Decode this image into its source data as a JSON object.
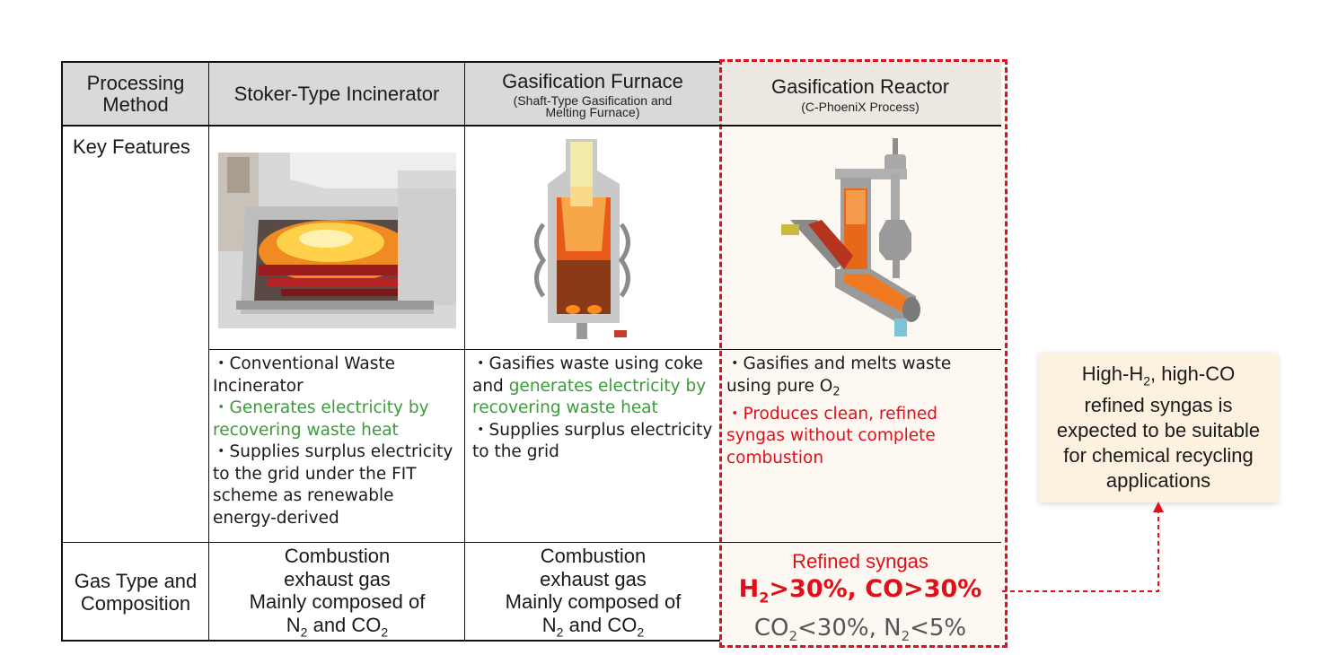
{
  "header": {
    "col0": [
      "Processing",
      "Method"
    ],
    "col1": "Stoker-Type Incinerator",
    "col2_title": "Gasification Furnace",
    "col2_sub": [
      "(Shaft-Type Gasification and",
      "Melting Furnace)"
    ],
    "col3_title": "Gasification Reactor",
    "col3_sub": "(C-PhoeniX Process)"
  },
  "rows": {
    "key_features": "Key Features",
    "gas_type": [
      "Gas Type and",
      "Composition"
    ]
  },
  "features": {
    "stoker": [
      {
        "text": "・Conventional Waste Incinerator",
        "color": "#1a1a1a"
      },
      {
        "text": "・Generates electricity by recovering waste heat",
        "color": "#3b9a3b"
      },
      {
        "text": "・Supplies surplus electricity to the grid under the FIT scheme as renewable energy-derived",
        "color": "#1a1a1a"
      }
    ],
    "gasification_furnace": {
      "item1_prefix": "・Gasifies waste using coke and ",
      "item1_highlight": "generates electricity by recovering waste heat",
      "item2": "・Supplies surplus electricity to the grid"
    },
    "reactor": {
      "item1": "・Gasifies and melts waste using pure O",
      "item1_sub": "2",
      "item2": "・Produces clean, refined syngas without complete combustion"
    }
  },
  "gas": {
    "stoker": [
      "Combustion",
      "exhaust gas",
      "Mainly composed of"
    ],
    "stoker_last": {
      "a": "N",
      "a_sub": "2",
      "b": " and CO",
      "b_sub": "2"
    },
    "furnace": [
      "Combustion",
      "exhaust gas",
      "Mainly composed of"
    ],
    "furnace_last": {
      "a": "N",
      "a_sub": "2",
      "b": " and CO",
      "b_sub": "2"
    },
    "reactor_title": "Refined syngas",
    "reactor_h2": {
      "a": "H",
      "a_sub": "2",
      "b": ">30%, CO>30%"
    },
    "reactor_co2": {
      "a": "CO",
      "a_sub": "2",
      "b": "<30%, N",
      "b_sub": "2",
      "c": "<5%"
    }
  },
  "callout": {
    "line1_a": "High-H",
    "line1_sub": "2",
    "line1_b": ", high-CO",
    "lines": [
      "refined syngas is",
      "expected to be suitable",
      "for chemical recycling",
      "applications"
    ]
  },
  "colors": {
    "accent_red": "#e0101a",
    "green": "#3b9a3b",
    "header_gray": "#d9d9d9",
    "callout_bg": "#fdf1df"
  },
  "images": {
    "stoker": "stoker-incinerator-illustration",
    "furnace": "shaft-gasification-furnace-illustration",
    "reactor": "gasification-reactor-illustration"
  }
}
